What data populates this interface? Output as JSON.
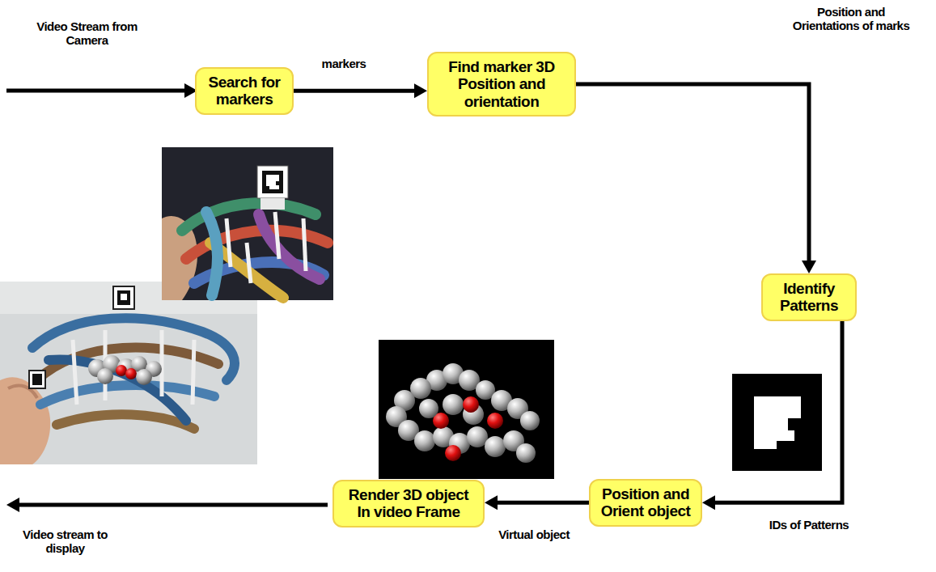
{
  "diagram": {
    "nodes": [
      {
        "text": [
          "Search for markers"
        ]
      },
      {
        "text": [
          "Find marker 3D Position and orientation"
        ]
      },
      {
        "text": [
          "Identify Patterns"
        ]
      },
      {
        "text": [
          "Position and Orient object"
        ]
      },
      {
        "text": [
          "Render 3D object In video Frame"
        ]
      }
    ],
    "edges": [
      {
        "from": 0,
        "to": 1,
        "arrow": "to",
        "label": "markers"
      },
      {
        "from": 1,
        "to": 2,
        "arrow": "to",
        "label": "Position and Orientations of marks"
      },
      {
        "from": 2,
        "to": 3,
        "arrow": "to",
        "label": "IDs of Patterns"
      },
      {
        "from": 3,
        "to": 4,
        "arrow": "to",
        "label": "Virtual object"
      }
    ],
    "labels": [
      "Video Stream from Camera",
      "Video stream to display"
    ]
  }
}
